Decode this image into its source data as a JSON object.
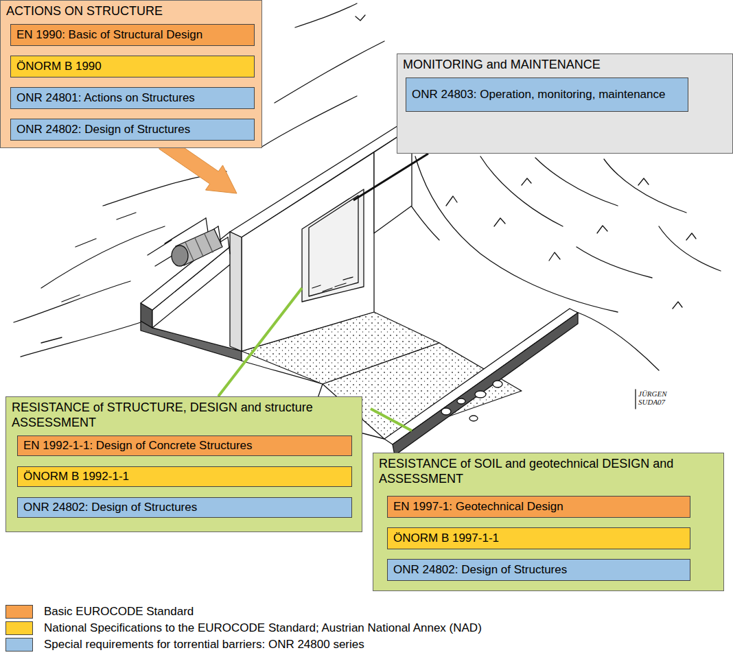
{
  "diagram": {
    "nodes": [
      {
        "text": [
          "ACTIONS ON STRUCTURE"
        ]
      },
      {
        "text": [
          "EN 1990: Basic of Structural Design"
        ],
        "in": 0
      },
      {
        "text": [
          "ÖNORM B 1990"
        ],
        "in": 0
      },
      {
        "text": [
          "ONR 24801: Actions on Structures"
        ],
        "in": 0
      },
      {
        "text": [
          "ONR 24802: Design of Structures"
        ],
        "in": 0
      },
      {
        "text": [
          "MONITORING and MAINTENANCE"
        ]
      },
      {
        "text": [
          "ONR 24803: Operation, monitoring, maintenance"
        ],
        "in": 5
      },
      {
        "text": [
          "RESISTANCE of STRUCTURE, DESIGN and structure ASSESSMENT"
        ]
      },
      {
        "text": [
          "EN 1992-1-1: Design of Concrete Structures"
        ],
        "in": 7
      },
      {
        "text": [
          "ÖNORM B 1992-1-1"
        ],
        "in": 7
      },
      {
        "text": [
          "ONR 24802: Design of Structures"
        ],
        "in": 7
      },
      {
        "text": [
          "RESISTANCE of SOIL and geotechnical DESIGN and ASSESSMENT"
        ]
      },
      {
        "text": [
          "EN 1997-1: Geotechnical Design"
        ],
        "in": 11
      },
      {
        "text": [
          "ÖNORM B 1997-1-1"
        ],
        "in": 11
      },
      {
        "text": [
          "ONR 24802: Design of Structures"
        ],
        "in": 11
      }
    ],
    "labels": [
      "JÜRGEN SUDA07"
    ],
    "legend": [
      {
        "text": "Basic EUROCODE Standard",
        "color": "#f6a04d"
      },
      {
        "text": "National Specifications to the EUROCODE Standard; Austrian National Annex (NAD)",
        "color": "#fecf31"
      },
      {
        "text": "Special requirements for torrential barriers: ONR 24800 series",
        "color": "#9cc3e5"
      }
    ]
  }
}
